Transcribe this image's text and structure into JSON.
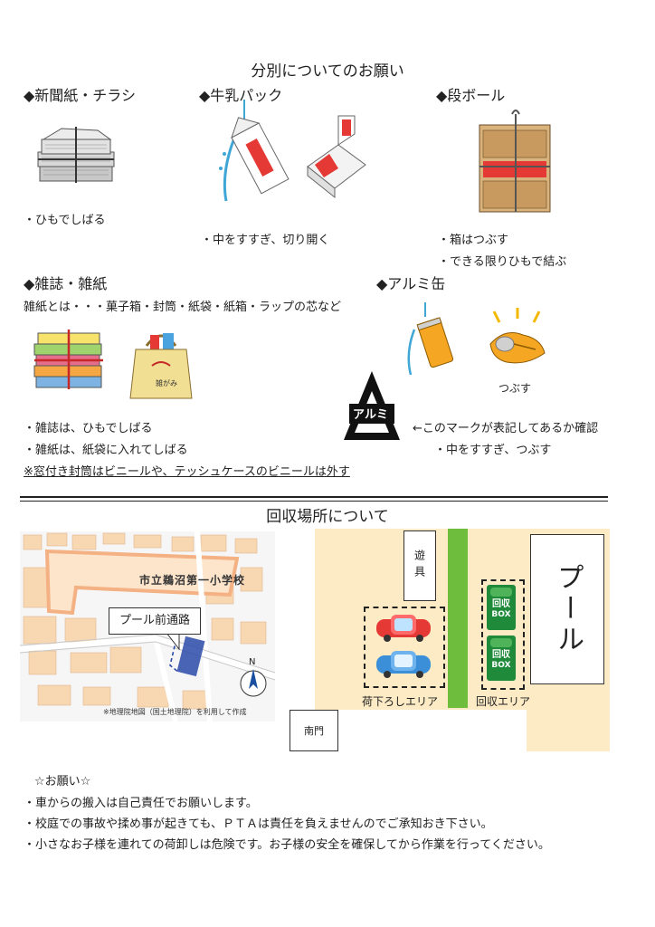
{
  "title": "分別についてのお願い",
  "sections": {
    "newspaper": {
      "heading": "◆新聞紙・チラシ",
      "notes": [
        "・ひもでしばる"
      ]
    },
    "milk": {
      "heading": "◆牛乳パック",
      "notes": [
        "・中をすすぎ、切り開く"
      ]
    },
    "cardboard": {
      "heading": "◆段ボール",
      "notes": [
        "・箱はつぶす",
        "・できる限りひもで結ぶ"
      ]
    },
    "magazine": {
      "heading": "◆雑誌・雑紙",
      "definition": "雑紙とは・・・菓子箱・封筒・紙袋・紙箱・ラップの芯など",
      "notes": [
        "・雑誌は、ひもでしばる",
        "・雑紙は、紙袋に入れてしばる"
      ],
      "warning": "※窓付き封筒はビニールや、テッシュケースのビニールは外す"
    },
    "aluminum": {
      "heading": "◆アルミ缶",
      "crush_label": "つぶす",
      "mark_text": "アルミ",
      "mark_note": "←このマークが表記してあるか確認",
      "notes": [
        "・中をすすぎ、つぶす"
      ]
    }
  },
  "collection": {
    "title": "回収場所について",
    "map": {
      "school_label": "市立鵜沼第一小学校",
      "callout": "プール前通路",
      "north": "N",
      "credit": "※地理院地図（国土地理院）を利用して作成",
      "bag_label": "雑がみ"
    },
    "layout": {
      "playground": "遊具",
      "pool": "プール",
      "unload_area": "荷下ろしエリア",
      "collect_area": "回収エリア",
      "south_gate": "南門",
      "box_label_1": "回収",
      "box_label_2": "BOX"
    }
  },
  "requests": {
    "title": "☆お願い☆",
    "items": [
      "・車からの搬入は自己責任でお願いします。",
      "・校庭での事故や揉め事が起きても、ＰＴＡは責任を負えませんのでご承知おき下さい。",
      "・小さなお子様を連れての荷卸しは危険です。お子様の安全を確保してから作業を行ってください。"
    ]
  },
  "colors": {
    "sand": "#fcebc4",
    "green_strip": "#6ebd3c",
    "box_green": "#1f8a3a",
    "red_car": "#e53935",
    "blue_car": "#3b8fd9",
    "map_road": "#f4b183",
    "map_block": "#f8d7b3"
  }
}
